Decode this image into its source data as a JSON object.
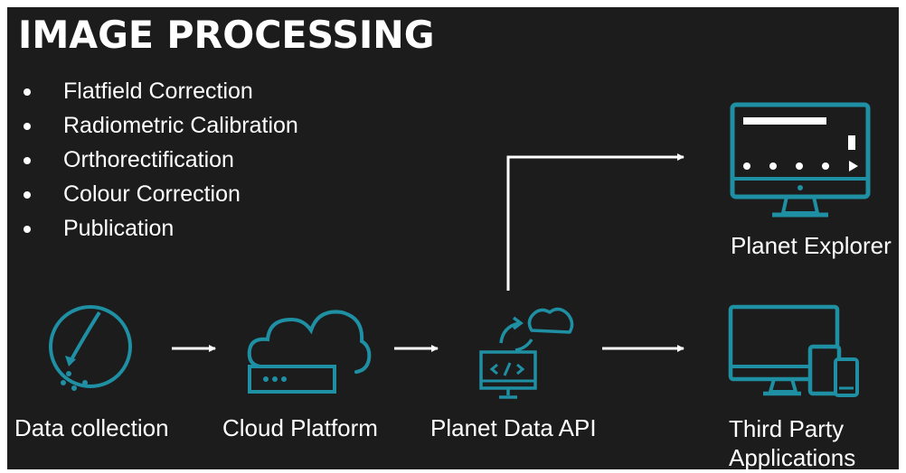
{
  "title": "IMAGE PROCESSING",
  "bullets": [
    "Flatfield Correction",
    "Radiometric Calibration",
    "Orthorectification",
    "Colour Correction",
    "Publication"
  ],
  "nodes": {
    "data_collection": "Data collection",
    "cloud_platform": "Cloud Platform",
    "planet_data_api": "Planet Data API",
    "planet_explorer": "Planet Explorer",
    "third_party_line1": "Third Party",
    "third_party_line2": "Applications"
  },
  "icons": {
    "data_collection": "satellite-orbit-icon",
    "cloud_platform": "cloud-server-icon",
    "planet_data_api": "api-code-monitor-icon",
    "planet_explorer": "monitor-slideshow-icon",
    "third_party": "multi-device-icon"
  },
  "colors": {
    "background": "#1c1c1c",
    "accent": "#1f8fa3",
    "text": "#ffffff"
  }
}
